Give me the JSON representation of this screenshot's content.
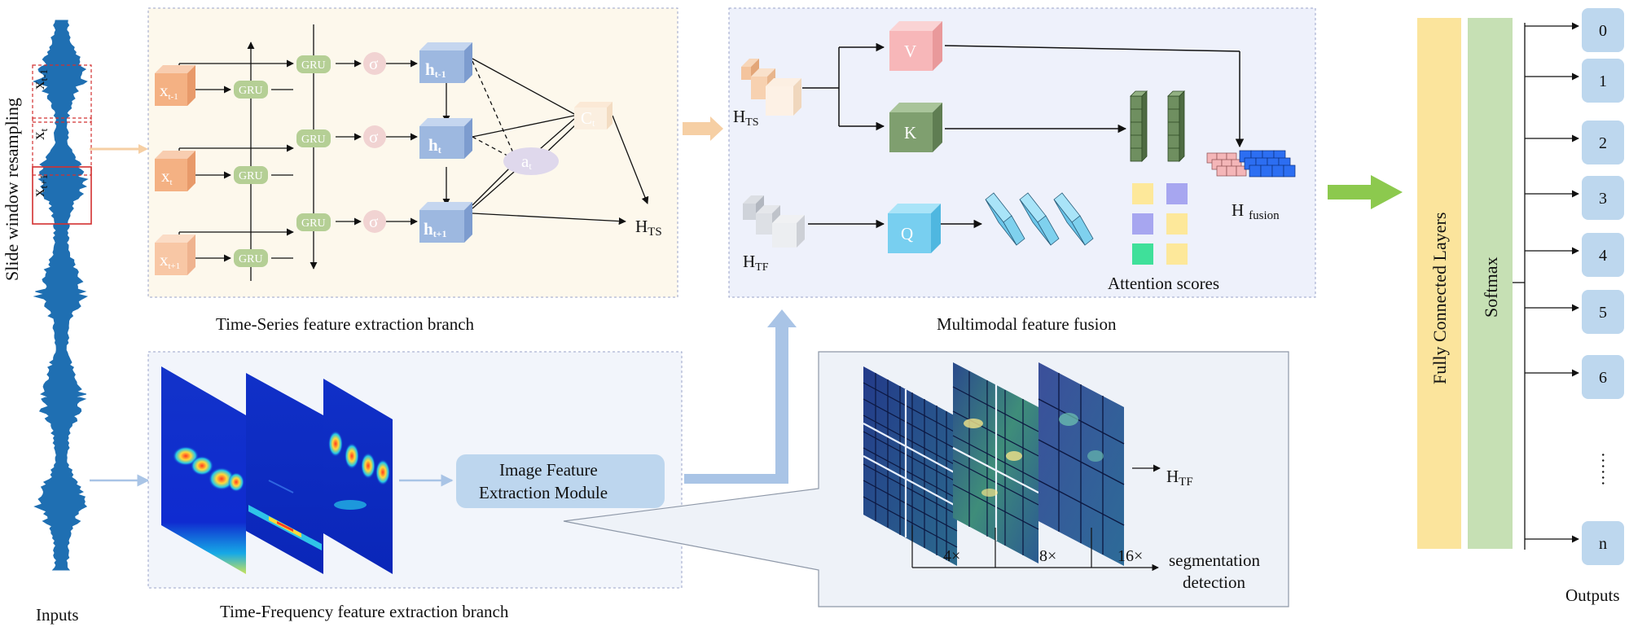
{
  "inputs": {
    "rotated_title": "Slide window resampling",
    "caption": "Inputs",
    "window_labels": [
      "x",
      "x",
      "x"
    ],
    "window_subs": [
      "t-1",
      "t",
      "t+1"
    ]
  },
  "time_series": {
    "caption": "Time-Series feature extraction branch",
    "gru_label": "GRU",
    "sigma": "σ",
    "x_labels": [
      "x",
      "x",
      "x"
    ],
    "x_subs": [
      "t-1",
      "t",
      "t+1"
    ],
    "h_labels": [
      "h",
      "h",
      "h"
    ],
    "h_subs": [
      "t-1",
      "t",
      "t+1"
    ],
    "context": "C",
    "context_sub": "t",
    "attention": "a",
    "attention_sub": "t",
    "output": "H",
    "output_sub": "TS"
  },
  "time_frequency": {
    "caption": "Time-Frequency feature extraction branch",
    "module_line1": "Image Feature",
    "module_line2": "Extraction Module",
    "scales": [
      "4×",
      "8×",
      "16×"
    ],
    "seg_line1": "segmentation",
    "seg_line2": "detection",
    "output": "H",
    "output_sub": "TF"
  },
  "fusion": {
    "caption": "Multimodal feature fusion",
    "in_ts": "H",
    "in_ts_sub": "TS",
    "in_tf": "H",
    "in_tf_sub": "TF",
    "v": "V",
    "k": "K",
    "q": "Q",
    "attention_scores": "Attention scores",
    "out": "H",
    "out_sub": "fusion"
  },
  "classifier": {
    "fc_label": "Fully  Connected  Layers",
    "softmax_label": "Softmax",
    "outputs_caption": "Outputs",
    "outputs": [
      "0",
      "1",
      "2",
      "3",
      "4",
      "5",
      "6",
      "n"
    ],
    "ellipsis": "……"
  },
  "colors": {
    "panel_ts": "#fdf8ec",
    "panel_fusion": "#eef1fb",
    "panel_tf": "#f2f5fb",
    "panel_border": "#9aa3c8",
    "gru_green": "#b5cf95",
    "cube_orange": "#f4b183",
    "cube_blue": "#9db8e0",
    "arrow_blue": "#a9c4e6",
    "arrow_orange": "#f6cfa4",
    "arrow_green": "#8cc94e",
    "fc_yellow": "#fbe49c",
    "softmax_green": "#c6e0b4",
    "output_blue": "#bdd7ee",
    "module_blue": "#bdd6ee",
    "signal_blue": "#1f6fb2"
  }
}
